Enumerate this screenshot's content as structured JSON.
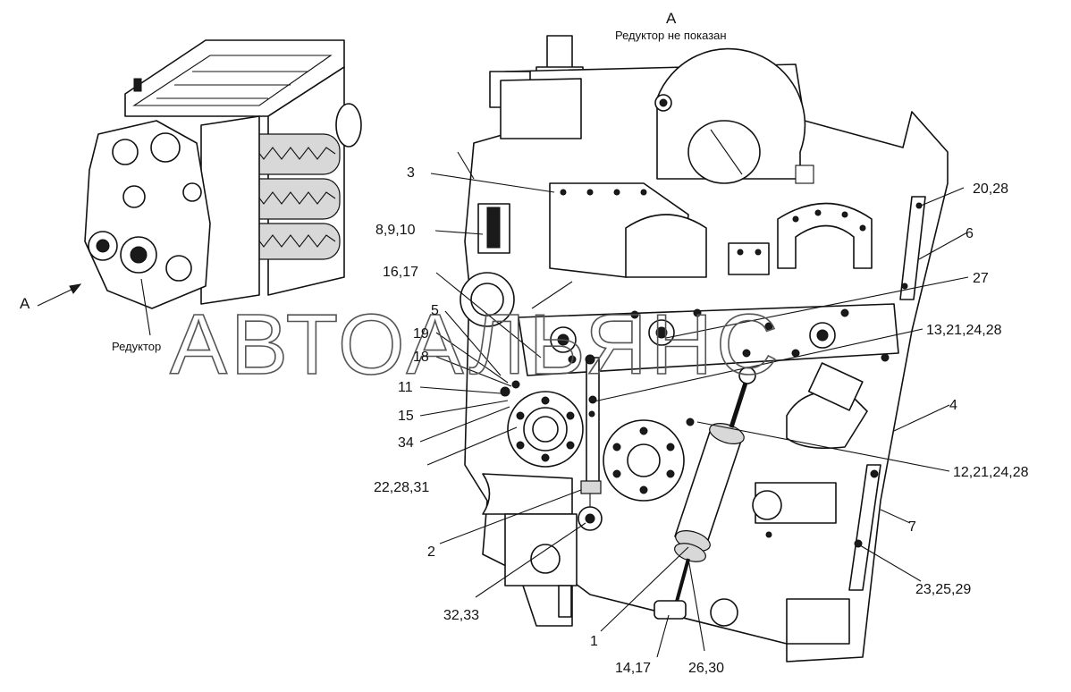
{
  "view": {
    "letter": "А",
    "note": "Редуктор  не показан"
  },
  "overview": {
    "arrow_letter": "А",
    "gearbox_label": "Редуктор"
  },
  "watermark": "АВТОАЛЬЯНС",
  "callouts": [
    {
      "id": "c-3",
      "text": "3"
    },
    {
      "id": "c-8-9-10",
      "text": "8,9,10"
    },
    {
      "id": "c-16-17",
      "text": "16,17"
    },
    {
      "id": "c-5",
      "text": "5"
    },
    {
      "id": "c-19",
      "text": "19"
    },
    {
      "id": "c-18",
      "text": "18"
    },
    {
      "id": "c-11",
      "text": "11"
    },
    {
      "id": "c-15",
      "text": "15"
    },
    {
      "id": "c-34",
      "text": "34"
    },
    {
      "id": "c-22-28-31",
      "text": "22,28,31"
    },
    {
      "id": "c-2",
      "text": "2"
    },
    {
      "id": "c-32-33",
      "text": "32,33"
    },
    {
      "id": "c-1",
      "text": "1"
    },
    {
      "id": "c-14-17",
      "text": "14,17"
    },
    {
      "id": "c-26-30",
      "text": "26,30"
    },
    {
      "id": "c-20-28",
      "text": "20,28"
    },
    {
      "id": "c-6",
      "text": "6"
    },
    {
      "id": "c-27",
      "text": "27"
    },
    {
      "id": "c-13-21-24-28",
      "text": "13,21,24,28"
    },
    {
      "id": "c-4",
      "text": "4"
    },
    {
      "id": "c-12-21-24-28",
      "text": "12,21,24,28"
    },
    {
      "id": "c-7",
      "text": "7"
    },
    {
      "id": "c-23-25-29",
      "text": "23,25,29"
    }
  ]
}
